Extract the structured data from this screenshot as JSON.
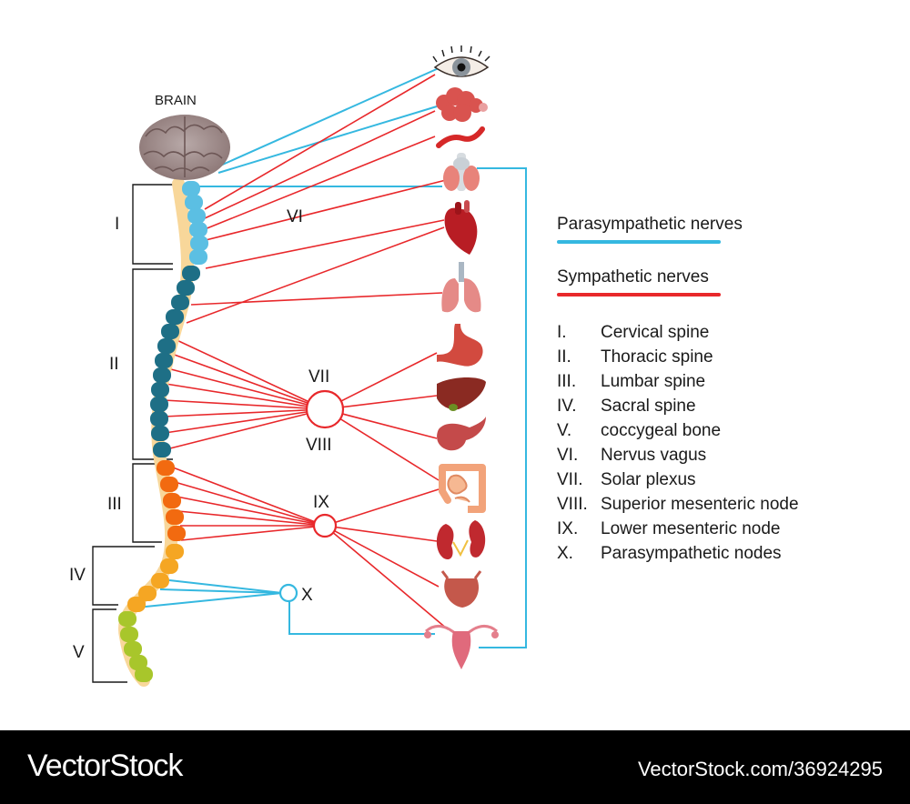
{
  "labels": {
    "brain": "BRAIN",
    "vagus": "VI",
    "solar_plexus": "VII",
    "superior_node": "VIII",
    "lower_node": "IX",
    "parasym_node": "X"
  },
  "spine_sections": [
    "I",
    "II",
    "III",
    "IV",
    "V"
  ],
  "legend": {
    "parasympathetic": "Parasympathetic nerves",
    "sympathetic": "Sympathetic nerves"
  },
  "key": [
    {
      "num": "I.",
      "text": "Cervical spine"
    },
    {
      "num": "II.",
      "text": "Thoracic spine"
    },
    {
      "num": "III.",
      "text": "Lumbar spine"
    },
    {
      "num": "IV.",
      "text": "Sacral spine"
    },
    {
      "num": "V.",
      "text": "coccygeal bone"
    },
    {
      "num": "VI.",
      "text": "Nervus vagus"
    },
    {
      "num": "VII.",
      "text": "Solar plexus"
    },
    {
      "num": "VIII.",
      "text": "Superior mesenteric node"
    },
    {
      "num": "IX.",
      "text": "Lower mesenteric node"
    },
    {
      "num": "X.",
      "text": "Parasympathetic nodes"
    }
  ],
  "organs": [
    "eye-icon",
    "salivary-gland-icon",
    "blood-vessel-icon",
    "thyroid-icon",
    "heart-icon",
    "lungs-icon",
    "stomach-icon",
    "liver-icon",
    "pancreas-icon",
    "intestine-icon",
    "kidneys-icon",
    "bladder-icon",
    "uterus-icon"
  ],
  "colors": {
    "parasympathetic": "#35b8e0",
    "sympathetic": "#e8282b",
    "cervical": "#5bbfe3",
    "thoracic": "#1e6f86",
    "lumbar": "#f26a10",
    "sacral": "#f5a623",
    "coccyx": "#a8c62b",
    "spine_bone": "#f8d79a"
  },
  "footer": {
    "brand": "VectorStock",
    "id": "VectorStock.com/36924295"
  }
}
